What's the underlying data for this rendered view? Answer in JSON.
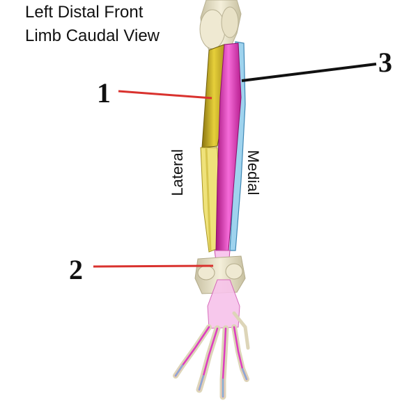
{
  "title_line1": "Left Distal Front",
  "title_line2": "Limb Caudal View",
  "label_1": "1",
  "label_2": "2",
  "label_3": "3",
  "side_lateral": "Lateral",
  "side_medial": "Medial",
  "colors": {
    "muscle_1": "#c9b02a",
    "muscle_2": "#e23bc4",
    "muscle_3": "#7fc6e8",
    "bone": "#ece6cc",
    "pointer_red": "#d9322e",
    "pointer_black": "#111111"
  }
}
